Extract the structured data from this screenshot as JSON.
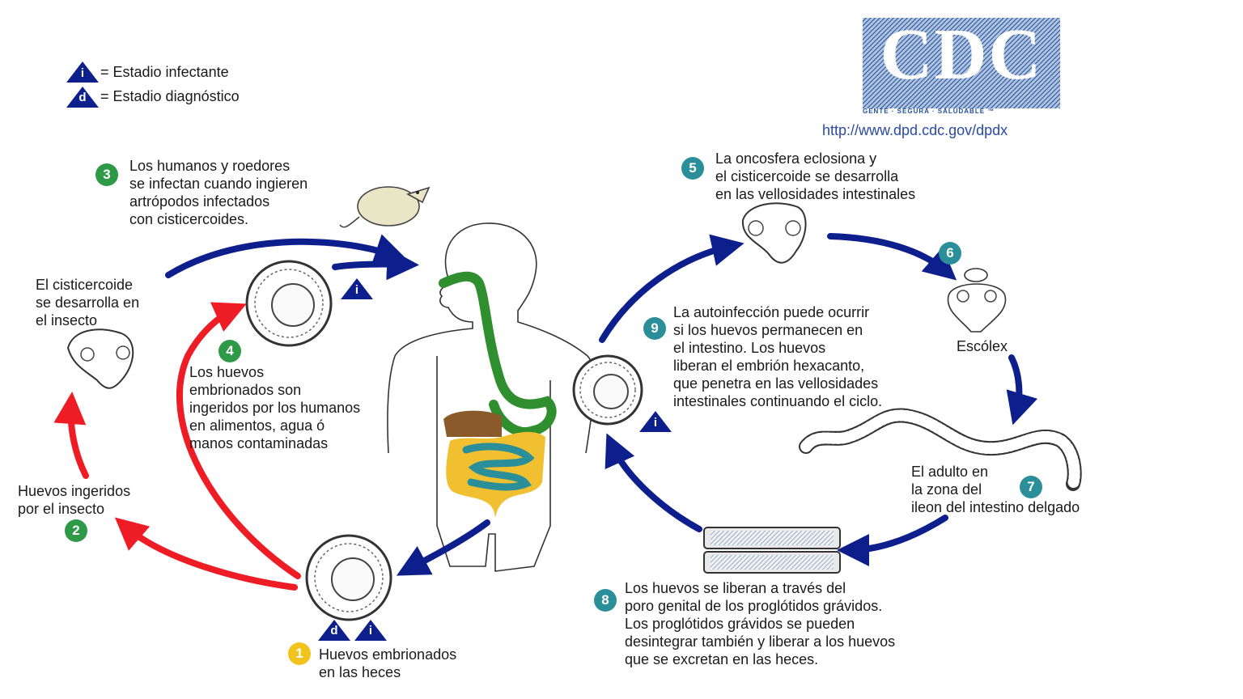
{
  "legend": {
    "infective_symbol": "i",
    "infective_text": "= Estadio infectante",
    "diagnostic_symbol": "d",
    "diagnostic_text": "= Estadio diagnóstico"
  },
  "cdc": {
    "logo_text": "CDC",
    "tagline": "GENTE · SEGURA · SALUDABLE ™",
    "url": "http://www.dpd.cdc.gov/dpdx"
  },
  "steps": {
    "s1": {
      "num": "1",
      "lines": [
        "Huevos embrionados",
        "en las heces"
      ]
    },
    "s2": {
      "num": "2",
      "lines": [
        "Huevos ingeridos",
        "por el insecto"
      ]
    },
    "cyst": {
      "lines": [
        "El cisticercoide",
        "se desarrolla en",
        "el insecto"
      ]
    },
    "s3": {
      "num": "3",
      "lines": [
        "Los humanos y roedores",
        "se infectan cuando ingieren",
        "artrópodos infectados",
        "con cisticercoides."
      ]
    },
    "s4": {
      "num": "4",
      "lines": [
        "Los huevos",
        "embrionados son",
        "ingeridos por los humanos",
        "en alimentos, agua ó",
        "manos contaminadas"
      ]
    },
    "s5": {
      "num": "5",
      "lines": [
        "La oncosfera eclosiona y",
        "el cisticercoide se desarrolla",
        "en las vellosidades intestinales"
      ]
    },
    "s6": {
      "num": "6",
      "label": "Escólex"
    },
    "s7": {
      "num": "7",
      "lines": [
        "El adulto en",
        "la zona del",
        "ileon del intestino delgado"
      ]
    },
    "s8": {
      "num": "8",
      "lines": [
        "Los huevos se liberan a través del",
        "poro genital de los proglótidos grávidos.",
        "Los proglótidos grávidos se pueden",
        "desintegrar también y liberar a los huevos",
        "que se excretan en las heces."
      ]
    },
    "s9": {
      "num": "9",
      "lines": [
        "La autoinfección puede ocurrir",
        "si los huevos permanecen en",
        "el intestino. Los huevos",
        "liberan el embrión hexacanto,",
        "que penetra en las vellosidades",
        "intestinales continuando el ciclo."
      ]
    }
  },
  "colors": {
    "blue_arrow": "#0d1f8c",
    "red_arrow": "#ee1c25",
    "green_badge": "#2e9a48",
    "teal_badge": "#2b8f9a",
    "yellow_badge": "#f3c31d",
    "cdc_blue": "#1d4f9e",
    "esophagus": "#2f8f2f",
    "small_intestine": "#2b8f9a",
    "large_intestine": "#f0c030",
    "liver": "#8b5a2b"
  }
}
